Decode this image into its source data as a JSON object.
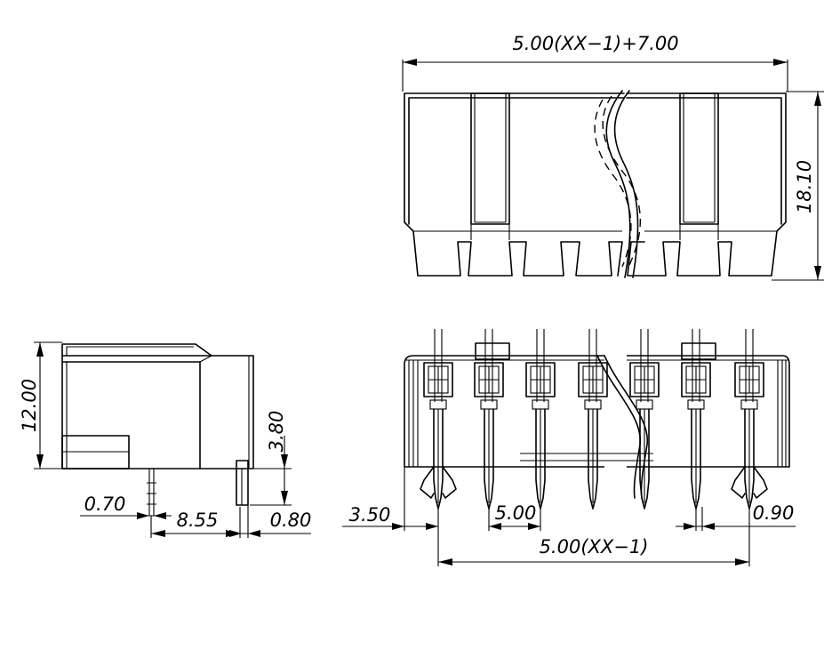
{
  "dimensions": {
    "top_width": "5.00(XX−1)+7.00",
    "height_top": "18.10",
    "height_side": "12.00",
    "pin_height": "3.80",
    "pin_width_side": "0.70",
    "depth": "8.55",
    "pin_offset_side": "0.80",
    "edge_offset": "3.50",
    "pitch": "5.00",
    "pin_width_front": "0.90",
    "bottom_span": "5.00(XX−1)"
  }
}
